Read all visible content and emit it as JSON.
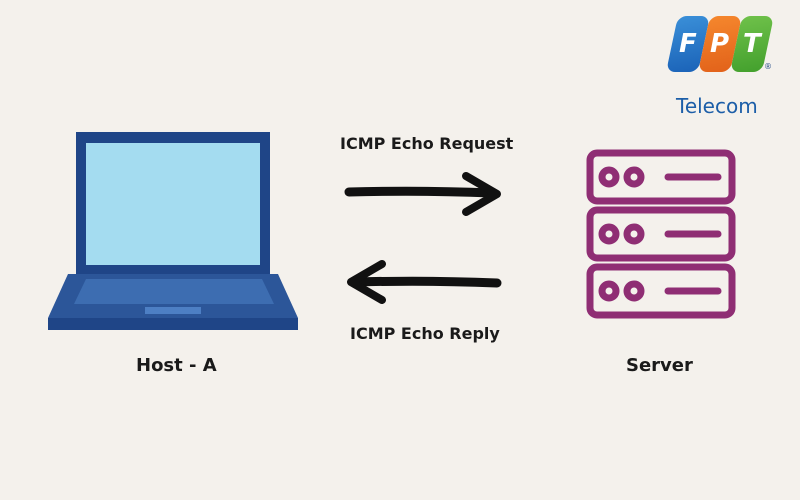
{
  "logo": {
    "letters": [
      "F",
      "P",
      "T"
    ],
    "reg": "®",
    "name": "Telecom",
    "colors": [
      "#1b63b8",
      "#e2621a",
      "#43a02d"
    ]
  },
  "request": {
    "label": "ICMP Echo Request",
    "direction": "right"
  },
  "reply": {
    "label": "ICMP Echo Reply",
    "direction": "left"
  },
  "host": {
    "label": "Host - A",
    "icon": "laptop-icon",
    "color": "#1f4587",
    "screen_color": "#a4dcf0"
  },
  "server": {
    "label": "Server",
    "icon": "server-icon",
    "color": "#8f2e74",
    "units": 3
  }
}
